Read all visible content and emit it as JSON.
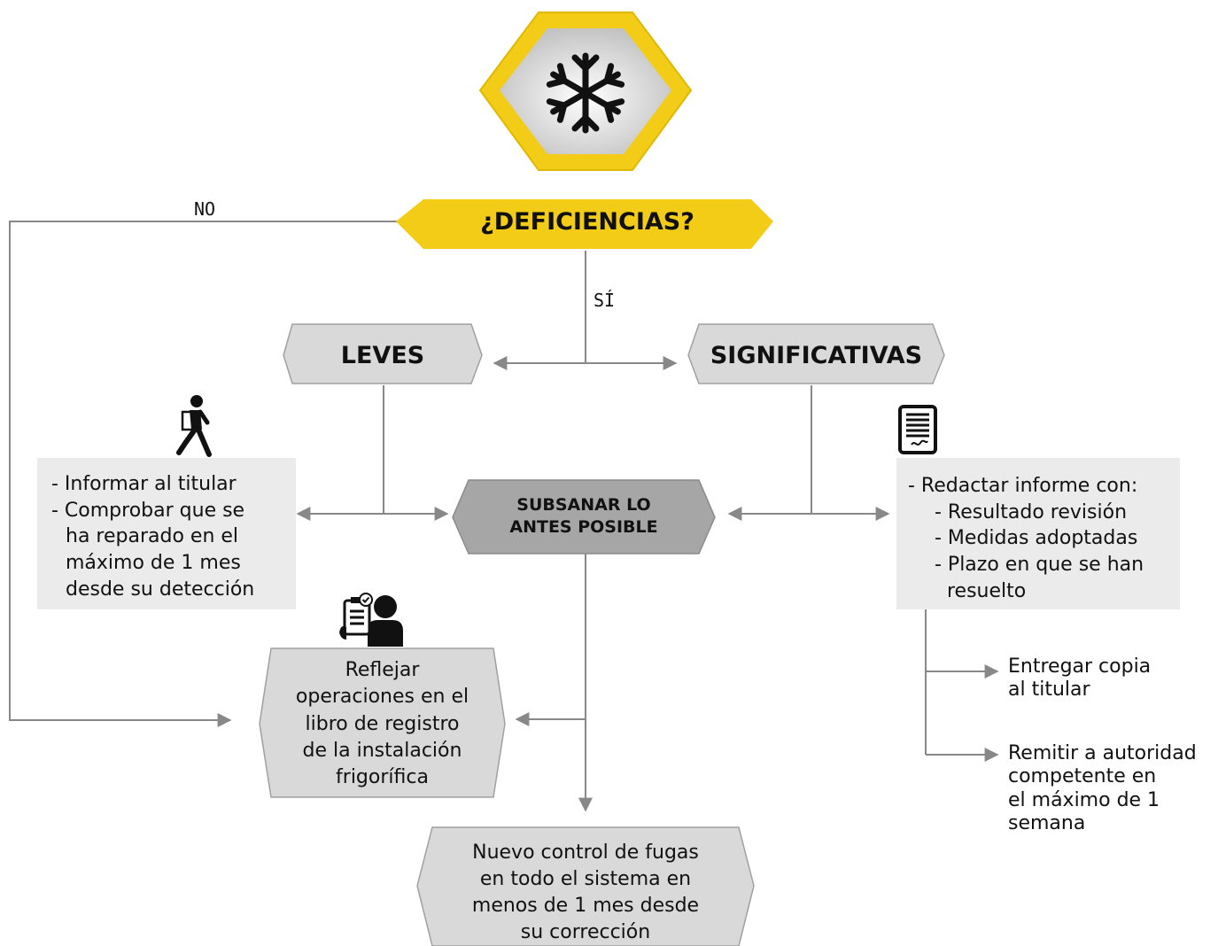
{
  "colors": {
    "yellow": "#f2cc16",
    "box_light": "#d9d9d9",
    "box_dark": "#a6a6a6",
    "panel": "#ebebeb",
    "arrow": "#888888",
    "icon": "#111111"
  },
  "icons": {
    "top": "snowflake-icon",
    "leves": "walking-person-icon",
    "significativas": "signed-document-icon",
    "registro": "person-checklist-icon"
  },
  "decision": {
    "title": "¿DEFICIENCIAS?",
    "no_label": "NO",
    "yes_label": "SÍ"
  },
  "leves": {
    "title": "LEVES",
    "items": [
      "- Informar al titular",
      "- Comprobar que se",
      "ha reparado en el",
      "máximo de 1 mes",
      "desde su detección"
    ]
  },
  "significativas": {
    "title": "SIGNIFICATIVAS",
    "items": [
      "- Redactar informe con:",
      "- Resultado revisión",
      "- Medidas adoptadas",
      "- Plazo en que se han",
      "resuelto"
    ],
    "actions": [
      [
        "Entregar copia",
        "al titular"
      ],
      [
        "Remitir a autoridad",
        "competente en",
        "el máximo de 1",
        "semana"
      ]
    ]
  },
  "subsanar": {
    "lines": [
      "SUBSANAR LO",
      "ANTES POSIBLE"
    ]
  },
  "registro": {
    "lines": [
      "Reflejar",
      "operaciones en el",
      "libro de registro",
      "de la instalación",
      "frigorífica"
    ]
  },
  "control": {
    "lines": [
      "Nuevo control de fugas",
      "en todo el sistema en",
      "menos de 1 mes desde",
      "su corrección"
    ]
  }
}
